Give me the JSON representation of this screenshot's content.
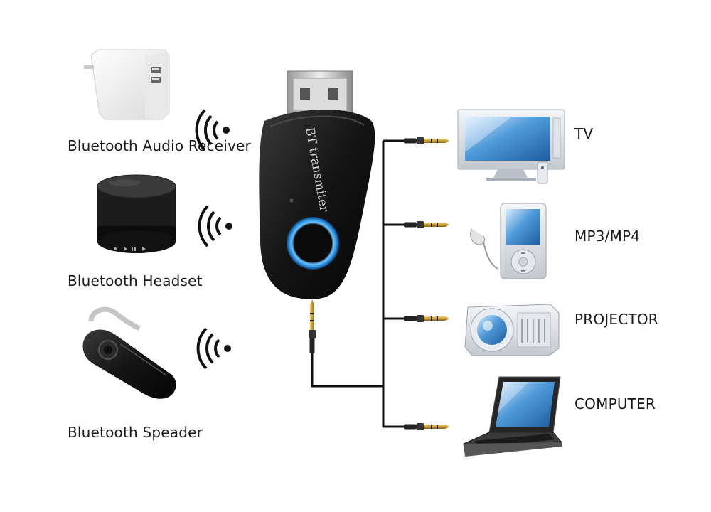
{
  "left_devices": {
    "receiver": "Bluetooth Audio Receiver",
    "headset": "Bluetooth Headset",
    "speader": "Bluetooth Speader"
  },
  "right_devices": {
    "tv": "TV",
    "mp3": "MP3/MP4",
    "projector": "PROJECTOR",
    "computer": "COMPUTER"
  },
  "dongle": {
    "label": "BT transmiter",
    "ring_color": "#2a8fe0"
  }
}
